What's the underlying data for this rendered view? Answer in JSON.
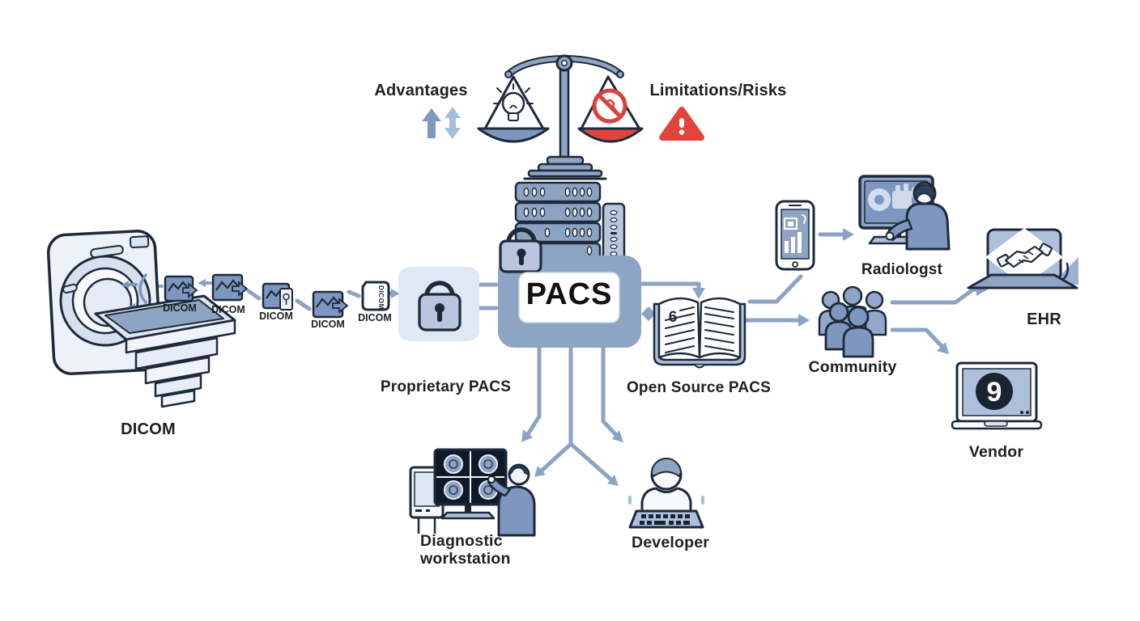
{
  "scale": {
    "advantages_label": "Advantages",
    "limitations_label": "Limitations/Risks"
  },
  "pacs": {
    "label": "PACS"
  },
  "proprietary_pacs": {
    "label": "Proprietary PACS"
  },
  "open_source_pacs": {
    "label": "Open Source PACS",
    "page_glyph": "6"
  },
  "scanner": {
    "label": "DICOM"
  },
  "dicom_chain": {
    "items": [
      {
        "label": "DICOM"
      },
      {
        "label": "DICOM"
      },
      {
        "label": "DICOM"
      },
      {
        "label": "DICOM"
      },
      {
        "label": "DICOM",
        "card_text": "DICOM"
      }
    ]
  },
  "radiologist": {
    "label": "Radiologst"
  },
  "community": {
    "label": "Community"
  },
  "ehr": {
    "label": "EHR"
  },
  "vendor": {
    "label": "Vendor",
    "logo_glyph": "9"
  },
  "workstation": {
    "label_line1": "Diagnostic",
    "label_line2": "workstation"
  },
  "developer": {
    "label": "Developer"
  },
  "colors": {
    "arrow": "#8CA3C6",
    "outline": "#1e2a3a",
    "slate_blue": "#7e97c0",
    "box_blue": "#8da4c2",
    "light_panel": "#dfe8f4",
    "red": "#e0453c",
    "white": "#ffffff"
  }
}
